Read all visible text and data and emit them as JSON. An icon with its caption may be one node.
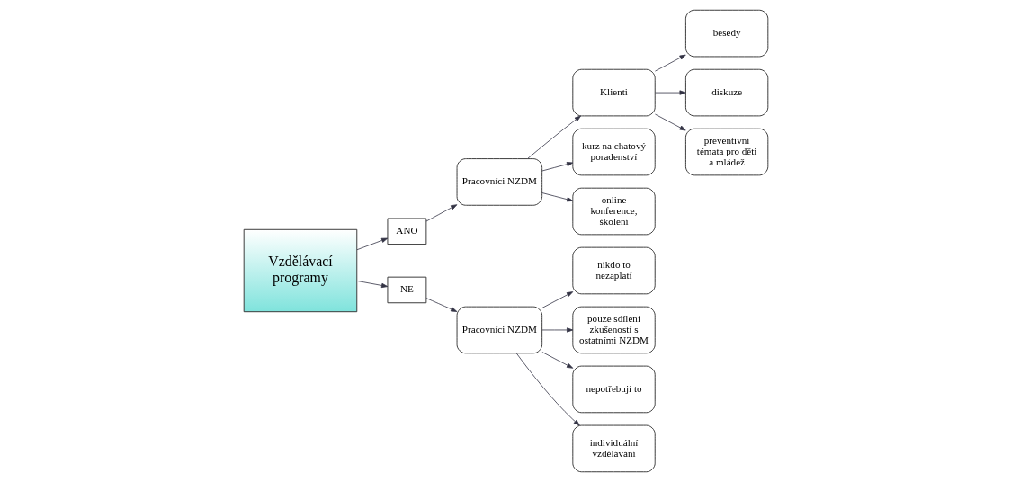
{
  "diagram": {
    "nodes": [
      {
        "text": [
          "Vzdělávací programy"
        ]
      },
      {
        "text": [
          "ANO"
        ]
      },
      {
        "text": [
          "NE"
        ]
      },
      {
        "text": [
          "Pracovníci NZDM"
        ]
      },
      {
        "text": [
          "Klienti"
        ]
      },
      {
        "text": [
          "besedy"
        ]
      },
      {
        "text": [
          "diskuze"
        ]
      },
      {
        "text": [
          "preventivní témata pro děti a mládež"
        ]
      },
      {
        "text": [
          "kurz na chatový poradenství"
        ]
      },
      {
        "text": [
          "online konference, školení"
        ]
      },
      {
        "text": [
          "Pracovníci NZDM"
        ]
      },
      {
        "text": [
          "nikdo to nezaplatí"
        ]
      },
      {
        "text": [
          "pouze sdílení zkušeností s ostatními NZDM"
        ]
      },
      {
        "text": [
          "nepotřebují to"
        ]
      },
      {
        "text": [
          "individuální vzdělávání"
        ]
      }
    ],
    "edges": [
      {
        "from": 0,
        "to": 1,
        "arrow": "to"
      },
      {
        "from": 0,
        "to": 2,
        "arrow": "to"
      },
      {
        "from": 1,
        "to": 3,
        "arrow": "to"
      },
      {
        "from": 2,
        "to": 10,
        "arrow": "to"
      },
      {
        "from": 3,
        "to": 4,
        "arrow": "to"
      },
      {
        "from": 4,
        "to": 5,
        "arrow": "to"
      },
      {
        "from": 4,
        "to": 6,
        "arrow": "to"
      },
      {
        "from": 4,
        "to": 7,
        "arrow": "to"
      },
      {
        "from": 3,
        "to": 8,
        "arrow": "to"
      },
      {
        "from": 3,
        "to": 9,
        "arrow": "to"
      },
      {
        "from": 10,
        "to": 11,
        "arrow": "to"
      },
      {
        "from": 10,
        "to": 12,
        "arrow": "to"
      },
      {
        "from": 10,
        "to": 13,
        "arrow": "to"
      },
      {
        "from": 10,
        "to": 14,
        "arrow": "to"
      }
    ]
  }
}
